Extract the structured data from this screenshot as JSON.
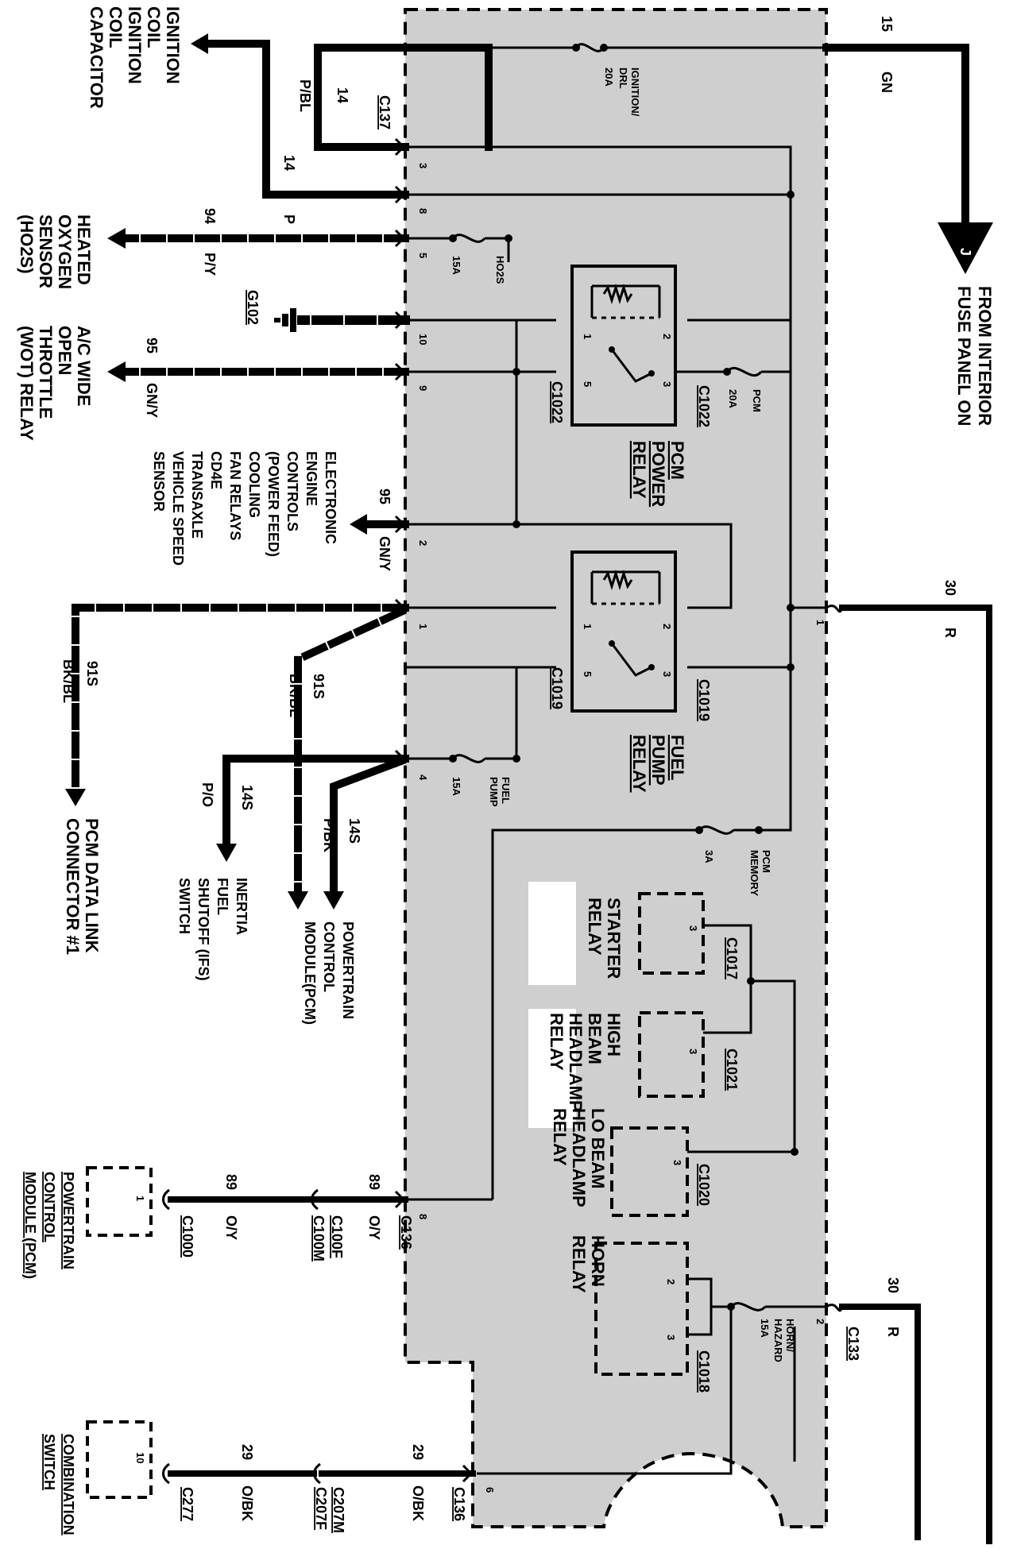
{
  "box": {
    "fill": "#cfcfcf"
  },
  "labels": {
    "ign_coil": [
      "IGNITION",
      "COIL",
      "IGNITION",
      "COIL",
      "CAPACITOR"
    ],
    "c137": "C137",
    "w14a_num": "14",
    "w14a_col": "P/BL",
    "w14b_num": "14",
    "w14b_col": "P",
    "gn15_num": "15",
    "gn15_col": "GN",
    "fuse_drl_name": [
      "IGNITION/",
      "DRL"
    ],
    "fuse_drl_amp": "20A",
    "from_fuse": [
      "FROM INTERIOR",
      "FUSE PANEL ON"
    ],
    "conn_j": "J",
    "ho2s": [
      "HEATED",
      "OXYGEN",
      "SENSOR",
      "(HO2S)"
    ],
    "w94_num": "94",
    "w94_col": "P/Y",
    "fuse_ho2s_amp": "15A",
    "fuse_ho2s_name": "HO2S",
    "g102": "G102",
    "wot": [
      "A/C WIDE",
      "OPEN",
      "THROTTLE",
      "(WOT) RELAY"
    ],
    "w95a_num": "95",
    "w95a_col": "GN/Y",
    "c1022a": "C1022",
    "c1022b": "C1022",
    "fuse_pcm_amp": "20A",
    "fuse_pcm_name": "PCM",
    "pcm_power_relay": [
      "PCM",
      "POWER",
      "RELAY"
    ],
    "eec": [
      "ELECTRONIC",
      "ENGINE",
      "CONTROLS",
      "(POWER FEED)",
      "COOLING",
      "FAN RELAYS",
      "CD4E",
      "TRANSAXLE",
      "VEHICLE SPEED",
      "SENSOR"
    ],
    "w95b_num": "95",
    "w95b_col": "GN/Y",
    "w30a_num": "30",
    "w30a_col": "R",
    "w91a_num": "91S",
    "w91a_col": "BK/BL",
    "w91b_num": "91S",
    "w91b_col": "BK/BL",
    "c1019a": "C1019",
    "c1019b": "C1019",
    "fuel_pump_relay": [
      "FUEL",
      "PUMP",
      "RELAY"
    ],
    "fuse_fp_amp": "15A",
    "fuse_fp_name": [
      "FUEL",
      "PUMP"
    ],
    "w14c_num": "14S",
    "w14c_col": "P/O",
    "w14d_num": "14S",
    "w14d_col": "P/BK",
    "pcm_link": [
      "PCM DATA LINK",
      "CONNECTOR #1"
    ],
    "ifs": [
      "INERTIA",
      "FUEL",
      "SHUTOFF (IFS)",
      "SWITCH"
    ],
    "pcm_module": [
      "POWERTRAIN",
      "CONTROL",
      "MODULE(PCM)"
    ],
    "fuse_mem_amp": "3A",
    "fuse_mem_name": [
      "PCM",
      "MEMORY"
    ],
    "starter_relay": [
      "STARTER",
      "RELAY"
    ],
    "c1017": "C1017",
    "hb_relay": [
      "HIGH",
      "BEAM",
      "HEADLAMP",
      "RELAY"
    ],
    "c1021": "C1021",
    "lb_relay": [
      "LO BEAM",
      "HEADLAMP",
      "RELAY"
    ],
    "c1020": "C1020",
    "horn_relay": [
      "HORN",
      "RELAY"
    ],
    "c1018": "C1018",
    "fuse_horn_name": [
      "HORN/",
      "HAZARD"
    ],
    "fuse_horn_amp": "15A",
    "w30b_num": "30",
    "w30b_col": "R",
    "c133": "C133",
    "w89a_num": "89",
    "w89a_col": "O/Y",
    "w89b_num": "89",
    "w89b_col": "O/Y",
    "c136a": "C136",
    "c100f": "C100F",
    "c100m": "C100M",
    "c1000": "C1000",
    "pcm_module2": [
      "POWERTRAIN",
      "CONTROL",
      "MODULE (PCM)"
    ],
    "w29a_num": "29",
    "w29a_col": "O/BK",
    "w29b_num": "29",
    "w29b_col": "O/BK",
    "c136b": "C136",
    "c207m": "C207M",
    "c207f": "C207F",
    "c277": "C277",
    "combo_switch": [
      "COMBINATION",
      "SWITCH"
    ],
    "pins": {
      "p3": "3",
      "p8a": "8",
      "p5a": "5",
      "p10": "10",
      "p9": "9",
      "p2a": "2",
      "p1a": "1",
      "p4": "4",
      "p8b": "8",
      "p1b": "1",
      "p2b": "2",
      "p6": "6",
      "pin_1000": "1",
      "pin_277": "10",
      "r1_2": "2",
      "r1_3": "3",
      "r1_1": "1",
      "r1_5": "5",
      "r2_2": "2",
      "r2_3": "3",
      "r2_1": "1",
      "r2_5": "5",
      "st_3": "3",
      "hb_3": "3",
      "lb_3": "3",
      "hn_2": "2",
      "hn_3": "3"
    }
  }
}
